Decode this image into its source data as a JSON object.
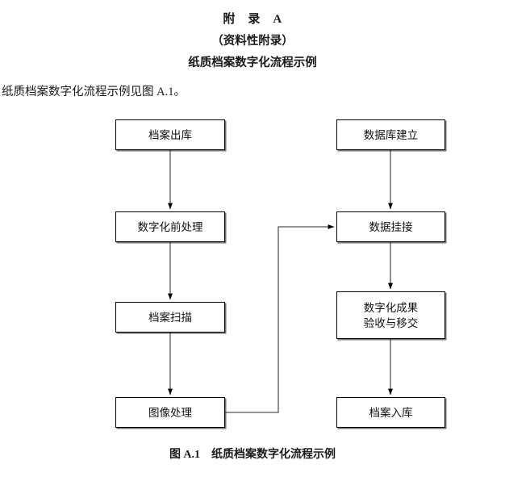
{
  "heading": {
    "line1": "附　录　A",
    "line2": "（资料性附录）",
    "line3": "纸质档案数字化流程示例"
  },
  "intro": {
    "text": "纸质档案数字化流程示例见图 A.1。"
  },
  "figure": {
    "caption": "图 A.1　纸质档案数字化流程示例",
    "colors": {
      "stroke": "#000000",
      "fill": "#ffffff",
      "shadow": "#8c8c8c"
    },
    "nodes": [
      {
        "id": "chudang",
        "label": "档案出库",
        "column": "left",
        "order": 1
      },
      {
        "id": "yuchuli",
        "label": "数字化前处理",
        "column": "left",
        "order": 2
      },
      {
        "id": "saomiao",
        "label": "档案扫描",
        "column": "left",
        "order": 3
      },
      {
        "id": "tuxiang",
        "label": "图像处理",
        "column": "left",
        "order": 4
      },
      {
        "id": "shujuku",
        "label": "数据库建立",
        "column": "right",
        "order": 1
      },
      {
        "id": "guajie",
        "label": "数据挂接",
        "column": "right",
        "order": 2
      },
      {
        "id": "yanshou",
        "label_line1": "数字化成果",
        "label_line2": "验收与移交",
        "column": "right",
        "order": 3
      },
      {
        "id": "rutang",
        "label": "档案入库",
        "column": "right",
        "order": 4
      }
    ],
    "edges": [
      {
        "from": "chudang",
        "to": "yuchuli",
        "type": "vertical-arrow"
      },
      {
        "from": "yuchuli",
        "to": "saomiao",
        "type": "vertical-arrow"
      },
      {
        "from": "saomiao",
        "to": "tuxiang",
        "type": "vertical-arrow"
      },
      {
        "from": "tuxiang",
        "to": "guajie",
        "type": "elbow-arrow"
      },
      {
        "from": "shujuku",
        "to": "guajie",
        "type": "vertical-arrow"
      },
      {
        "from": "guajie",
        "to": "yanshou",
        "type": "vertical-arrow"
      },
      {
        "from": "yanshou",
        "to": "rutang",
        "type": "vertical-arrow"
      }
    ]
  }
}
